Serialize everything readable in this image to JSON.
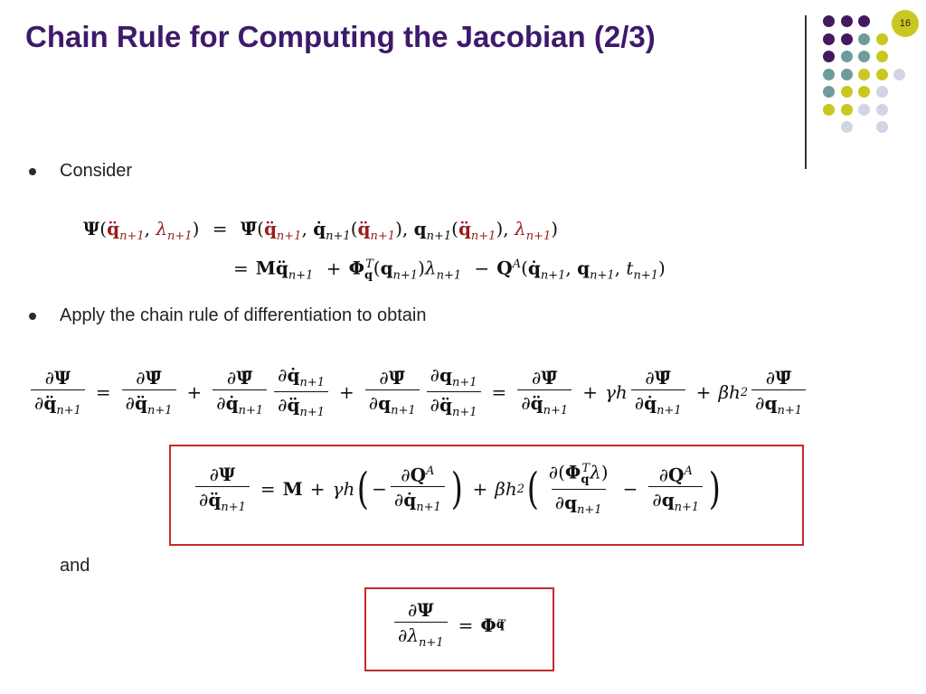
{
  "slide": {
    "title": "Chain Rule for Computing the Jacobian (2/3)",
    "page_number": "16",
    "bullets": [
      "Consider",
      "Apply the chain rule of differentiation to obtain"
    ],
    "and_label": "and"
  },
  "colors": {
    "title": "#3d1a6b",
    "purple": "#44195f",
    "teal": "#6e9c9c",
    "yellow": "#c8c821",
    "lavender": "#d3d3e6",
    "box_border": "#c62a2a",
    "red_symbol": "#9b1c1c"
  },
  "decor": {
    "dot_grid": [
      [
        "purple",
        "purple",
        "purple",
        "none",
        "none"
      ],
      [
        "purple",
        "purple",
        "teal",
        "yellow",
        "none"
      ],
      [
        "purple",
        "teal",
        "teal",
        "yellow",
        "none"
      ],
      [
        "teal",
        "teal",
        "yellow",
        "yellow",
        "lavender"
      ],
      [
        "teal",
        "yellow",
        "yellow",
        "lavender",
        "none"
      ],
      [
        "yellow",
        "yellow",
        "lavender",
        "lavender",
        "none"
      ],
      [
        "none",
        "lavender",
        "none",
        "lavender",
        "none"
      ]
    ]
  }
}
